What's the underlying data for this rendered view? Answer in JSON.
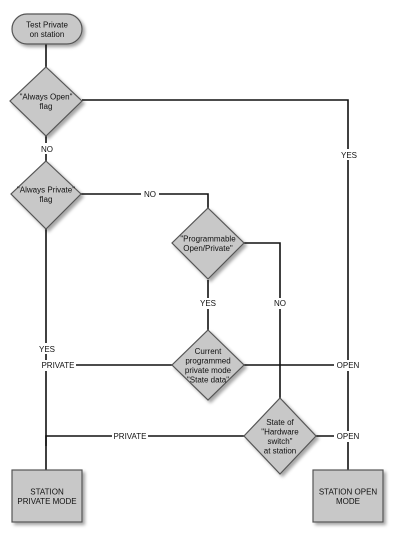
{
  "nodes": {
    "start": [
      "Test Private",
      "on station"
    ],
    "always_open": [
      "\"Always Open\"",
      "flag"
    ],
    "always_private": [
      "\"Always Private\"",
      "flag"
    ],
    "programmable": [
      "\"Programmable",
      "Open/Private\""
    ],
    "current_mode": [
      "Current",
      "programmed",
      "private mode",
      "\"State data\""
    ],
    "hardware_switch": [
      "State of",
      "\"Hardware",
      "switch\"",
      "at station"
    ],
    "private_mode": [
      "STATION",
      "PRIVATE MODE"
    ],
    "open_mode": [
      "STATION OPEN",
      "MODE"
    ]
  },
  "edge_labels": {
    "open_no": "NO",
    "open_yes": "YES",
    "private_no": "NO",
    "private_yes": "YES",
    "prog_yes": "YES",
    "prog_no": "NO",
    "state_private": "PRIVATE",
    "state_open": "OPEN",
    "hw_private": "PRIVATE",
    "hw_open": "OPEN"
  }
}
